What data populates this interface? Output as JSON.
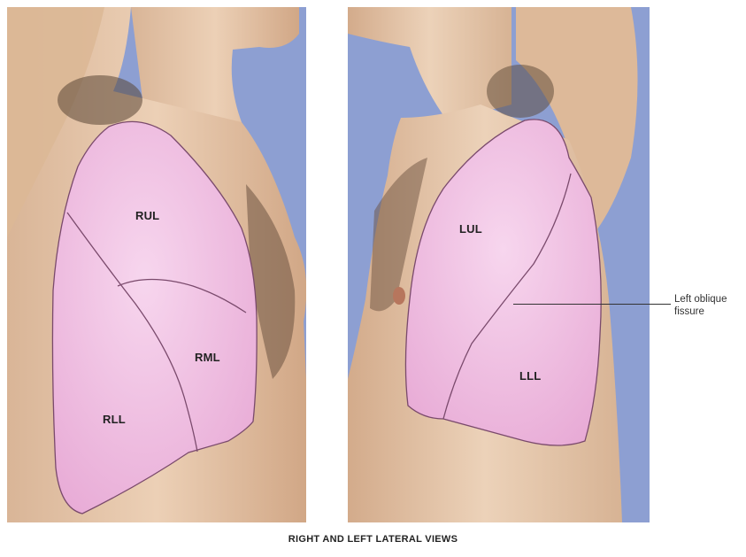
{
  "figure": {
    "caption": "RIGHT AND LEFT LATERAL VIEWS",
    "right_view": {
      "lobes": [
        "RUL",
        "RML",
        "RLL"
      ]
    },
    "left_view": {
      "lobes": [
        "LUL",
        "LLL"
      ],
      "callout": "Left oblique fissure"
    }
  },
  "colors": {
    "background": "#8d9fd2",
    "skin": "#e3c3a6",
    "lung_fill": "#eebde3",
    "lung_outline": "#7a4a6c"
  }
}
